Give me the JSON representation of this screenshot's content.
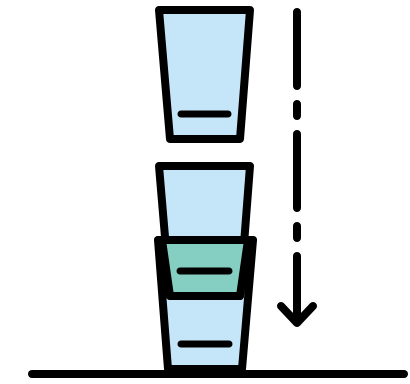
{
  "illustration": {
    "icon_name": "stacking-cups-illustration",
    "colors": {
      "outline": "#000000",
      "cup_fill": "#C5E6F8",
      "overlap_fill": "#84CFC1",
      "background": "#FFFFFF"
    },
    "elements": [
      "falling-cup-icon",
      "stacked-cup-top-icon",
      "stacked-cup-bottom-icon",
      "cup-overlap-region",
      "downward-dashed-arrow-icon",
      "ground-line"
    ]
  }
}
